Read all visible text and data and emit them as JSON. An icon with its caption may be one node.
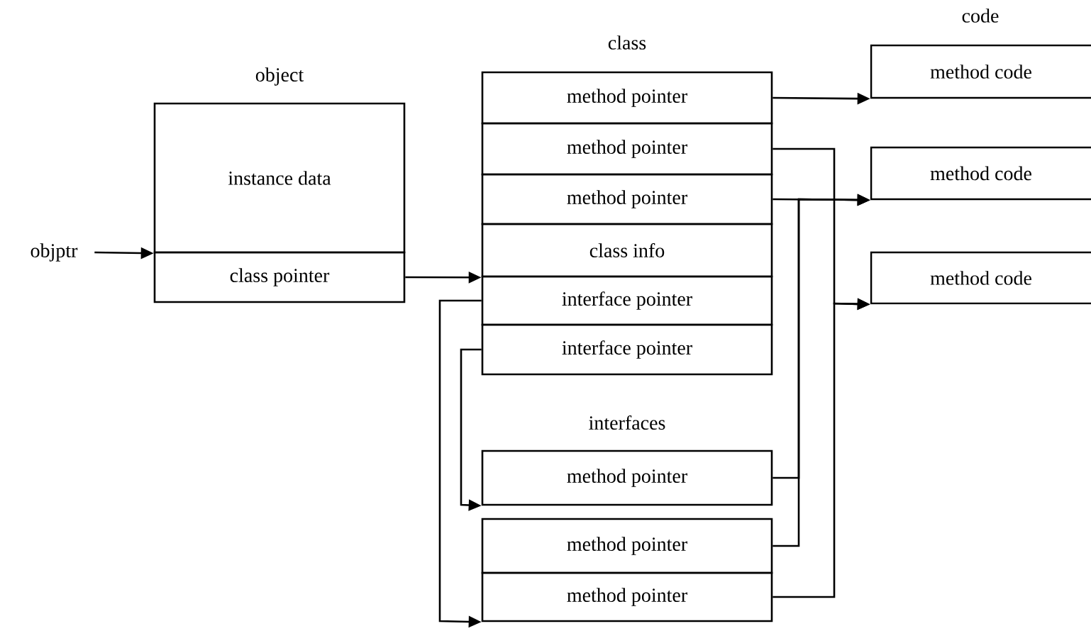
{
  "diagram": {
    "nodes": [
      {
        "text": [
          "objptr"
        ]
      },
      {
        "text": [
          "instance data"
        ]
      },
      {
        "text": [
          "class pointer"
        ]
      },
      {
        "text": [
          "method pointer"
        ]
      },
      {
        "text": [
          "method pointer"
        ]
      },
      {
        "text": [
          "method pointer"
        ]
      },
      {
        "text": [
          "class info"
        ]
      },
      {
        "text": [
          "interface pointer"
        ]
      },
      {
        "text": [
          "interface pointer"
        ]
      },
      {
        "text": [
          "method code"
        ]
      },
      {
        "text": [
          "method code"
        ]
      },
      {
        "text": [
          "method code"
        ]
      },
      {
        "text": [
          "method pointer"
        ]
      },
      {
        "text": [
          "method pointer"
        ]
      },
      {
        "text": [
          "method pointer"
        ]
      }
    ],
    "edges": [
      {
        "from": 0,
        "to": 1,
        "arrow": "to"
      },
      {
        "from": 2,
        "to": 6,
        "arrow": "to"
      },
      {
        "from": 3,
        "to": 9,
        "arrow": "to"
      },
      {
        "from": 4,
        "to": 11,
        "arrow": "to"
      },
      {
        "from": 14,
        "to": 11,
        "arrow": "to"
      },
      {
        "from": 5,
        "to": 10,
        "arrow": "to"
      },
      {
        "from": 12,
        "to": 10,
        "arrow": "to"
      },
      {
        "from": 13,
        "to": 10,
        "arrow": "to"
      },
      {
        "from": 7,
        "to": 14,
        "arrow": "to"
      },
      {
        "from": 8,
        "to": 12,
        "arrow": "to"
      }
    ],
    "labels": [
      "code",
      "class",
      "object",
      "interfaces"
    ]
  }
}
